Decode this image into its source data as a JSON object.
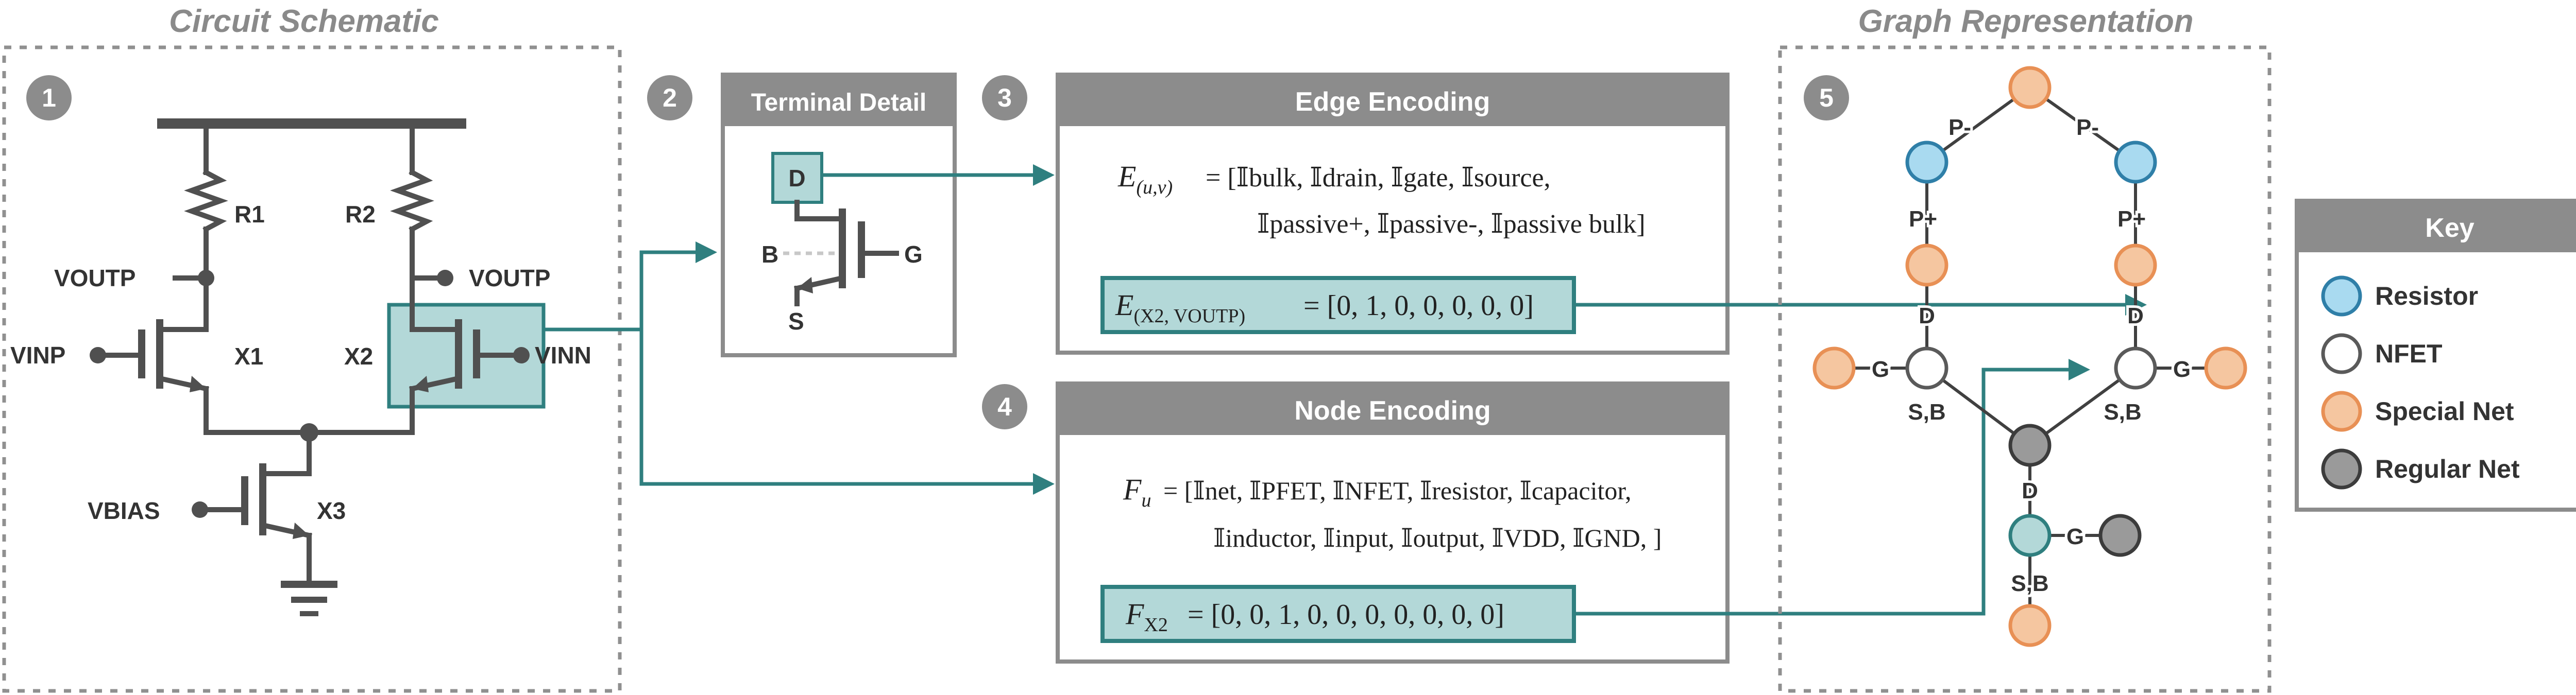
{
  "sections": {
    "circuit_title": "Circuit Schematic",
    "graph_title": "Graph Representation"
  },
  "steps": [
    "1",
    "2",
    "3",
    "4",
    "5"
  ],
  "circuit": {
    "r1": "R1",
    "r2": "R2",
    "voutp_left": "VOUTP",
    "voutp_right": "VOUTP",
    "vinp": "VINP",
    "vinn": "VINN",
    "x1": "X1",
    "x2": "X2",
    "x3": "X3",
    "vbias": "VBIAS"
  },
  "terminal_detail": {
    "title": "Terminal Detail",
    "d": "D",
    "g": "G",
    "b": "B",
    "s": "S"
  },
  "edge_encoding": {
    "title": "Edge Encoding",
    "formula_lhs": "E",
    "formula_lhs_sub": "(u,v)",
    "formula_line1": "= [𝕀bulk, 𝕀drain, 𝕀gate, 𝕀source,",
    "formula_line2": "𝕀passive+, 𝕀passive-, 𝕀passive bulk]",
    "example_lhs": "E",
    "example_sub": "(X2, VOUTP)",
    "example_rhs": "= [0, 1, 0, 0, 0, 0, 0]"
  },
  "node_encoding": {
    "title": "Node Encoding",
    "formula_lhs": "F",
    "formula_lhs_sub": "u",
    "formula_line1": "= [𝕀net, 𝕀PFET, 𝕀NFET, 𝕀resistor, 𝕀capacitor,",
    "formula_line2": "𝕀inductor, 𝕀input, 𝕀output, 𝕀VDD, 𝕀GND, ]",
    "example_lhs": "F",
    "example_sub": "X2",
    "example_rhs": "= [0, 0, 1, 0, 0, 0, 0, 0, 0, 0]"
  },
  "graph": {
    "edge_labels": {
      "p_minus_left": "P-",
      "p_minus_right": "P-",
      "p_plus_left": "P+",
      "p_plus_right": "P+",
      "d_left": "D",
      "d_right": "D",
      "g_left": "G",
      "g_right": "G",
      "sb_left": "S,B",
      "sb_right": "S,B",
      "d_bottom": "D",
      "g_bottom": "G",
      "sb_bottom": "S,B"
    }
  },
  "key": {
    "title": "Key",
    "items": [
      {
        "label": "Resistor",
        "color": "#a9daf0",
        "stroke": "#2f7fa8"
      },
      {
        "label": "NFET",
        "color": "#ffffff",
        "stroke": "#5a5a5a"
      },
      {
        "label": "Special Net",
        "color": "#f5c6a0",
        "stroke": "#e89055"
      },
      {
        "label": "Regular Net",
        "color": "#9a9a9a",
        "stroke": "#3c3c3c"
      }
    ]
  },
  "colors": {
    "teal": "#2f7f7f",
    "teal_fill": "#b3d8d8",
    "header": "#8c8c8c",
    "wire": "#505050"
  }
}
